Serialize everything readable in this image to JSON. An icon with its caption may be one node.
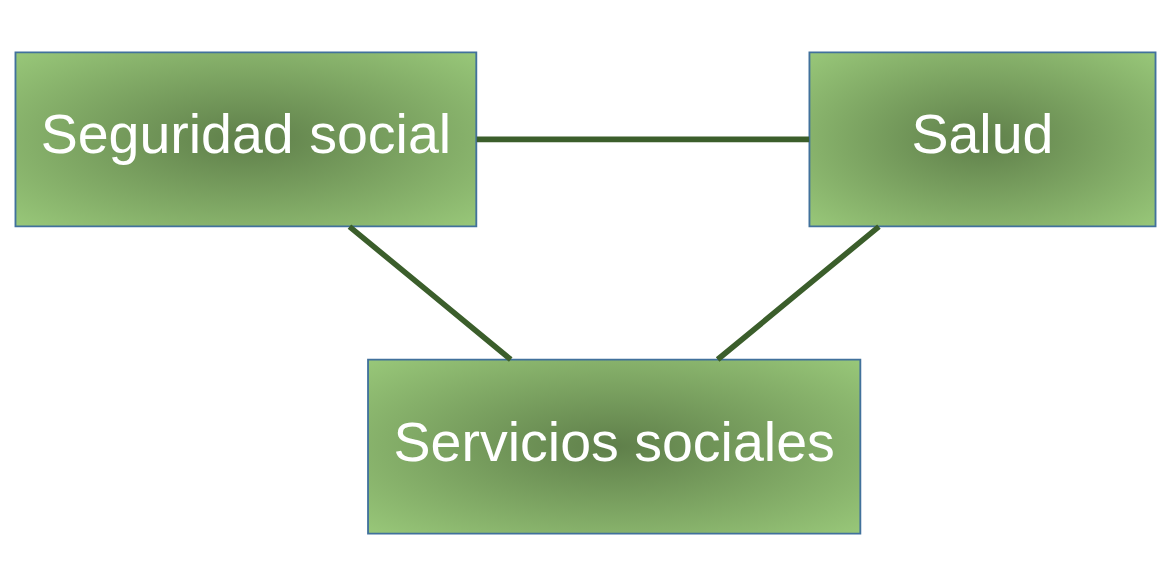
{
  "diagram": {
    "nodes": [
      {
        "text": [
          "Seguridad social"
        ]
      },
      {
        "text": [
          "Salud"
        ]
      },
      {
        "text": [
          "Servicios sociales"
        ]
      }
    ],
    "edges": [
      {
        "from": 0,
        "to": 1,
        "arrow": "none"
      },
      {
        "from": 1,
        "to": 2,
        "arrow": "none"
      },
      {
        "from": 2,
        "to": 0,
        "arrow": "none"
      }
    ]
  }
}
